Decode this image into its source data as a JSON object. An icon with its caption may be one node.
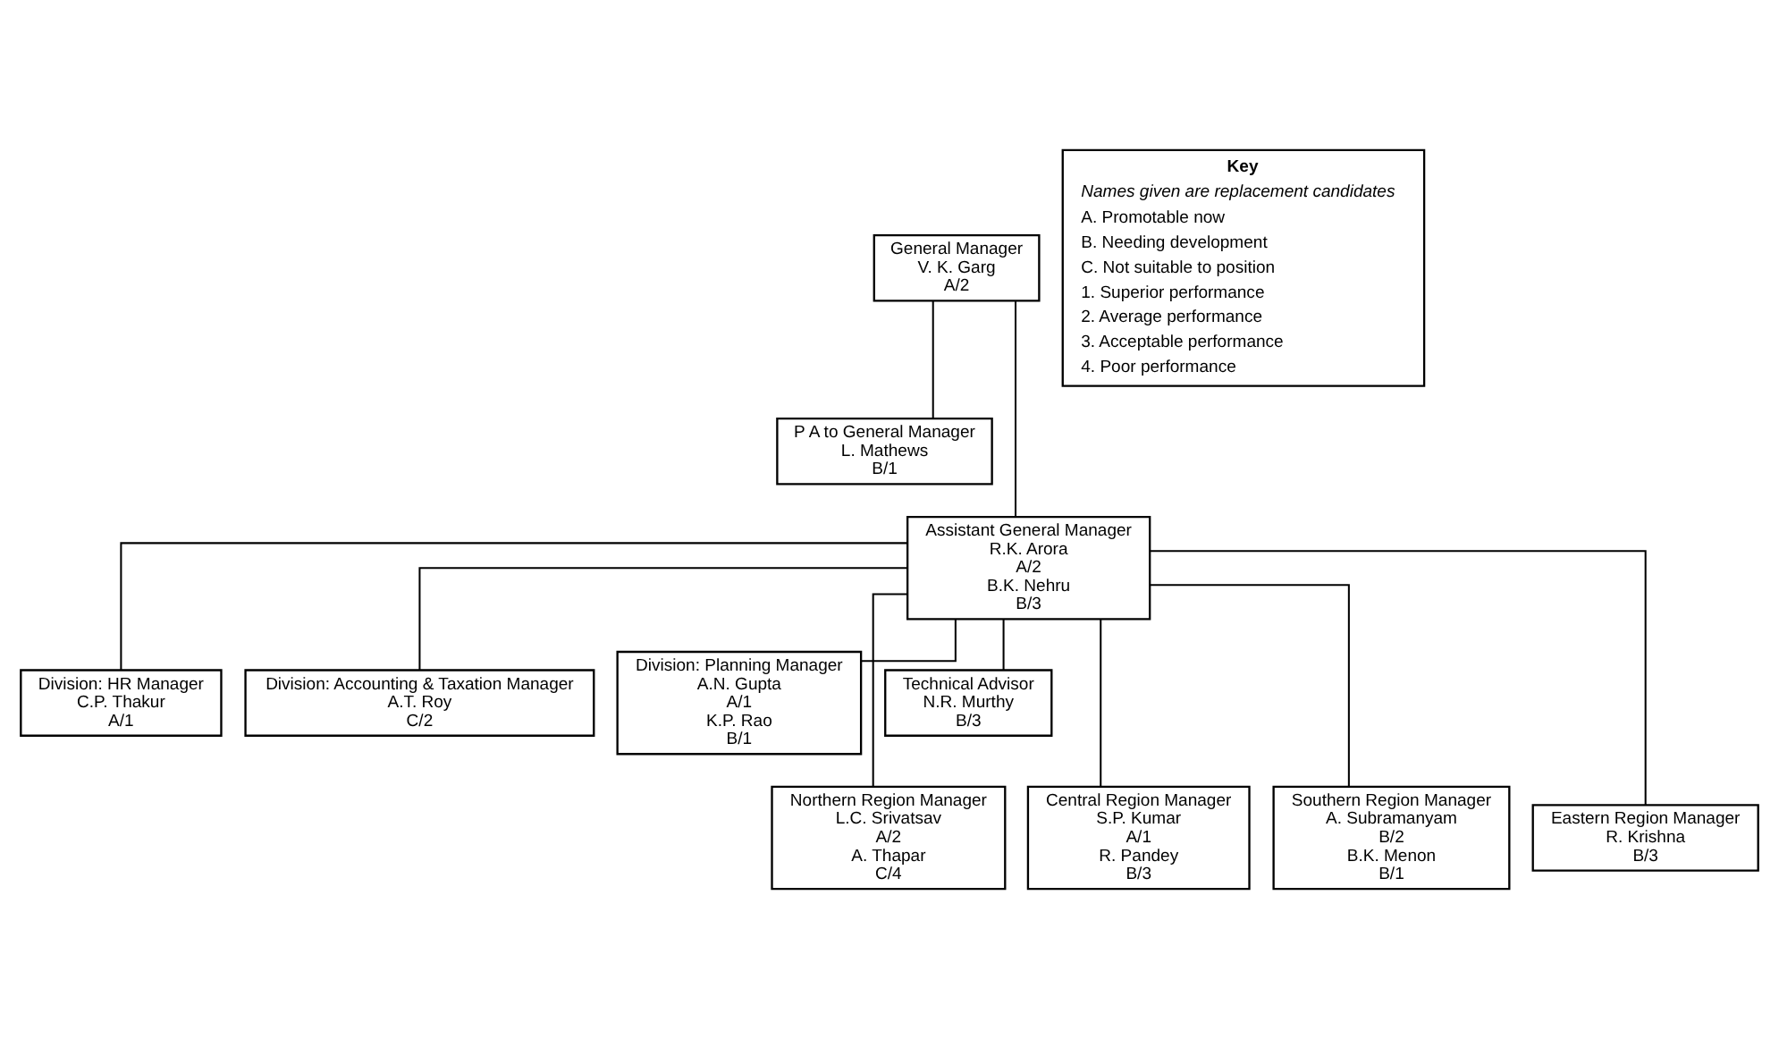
{
  "diagram": {
    "nodes": [
      {
        "text": [
          "General Manager",
          "V. K. Garg",
          "A/2"
        ]
      },
      {
        "text": [
          "P A to General Manager",
          "L. Mathews",
          "B/1"
        ]
      },
      {
        "text": [
          "Assistant General Manager",
          "R.K. Arora",
          "A/2",
          "B.K. Nehru",
          "B/3"
        ]
      },
      {
        "text": [
          "Division: HR Manager",
          "C.P. Thakur",
          "A/1"
        ]
      },
      {
        "text": [
          "Division: Accounting & Taxation Manager",
          "A.T. Roy",
          "C/2"
        ]
      },
      {
        "text": [
          "Division: Planning Manager",
          "A.N. Gupta",
          "A/1",
          "K.P. Rao",
          "B/1"
        ]
      },
      {
        "text": [
          "Technical Advisor",
          "N.R. Murthy",
          "B/3"
        ]
      },
      {
        "text": [
          "Northern Region Manager",
          "L.C. Srivatsav",
          "A/2",
          "A. Thapar",
          "C/4"
        ]
      },
      {
        "text": [
          "Central Region Manager",
          "S.P. Kumar",
          "A/1",
          "R. Pandey",
          "B/3"
        ]
      },
      {
        "text": [
          "Southern Region Manager",
          "A. Subramanyam",
          "B/2",
          "B.K. Menon",
          "B/1"
        ]
      },
      {
        "text": [
          "Eastern Region Manager",
          "R. Krishna",
          "B/3"
        ]
      },
      {
        "text": [
          "Key",
          "Names given are replacement candidates",
          "A. Promotable now",
          "B. Needing development",
          "C. Not suitable to position",
          "1. Superior performance",
          "2. Average performance",
          "3. Acceptable performance",
          "4. Poor performance"
        ]
      }
    ],
    "edges": [
      {
        "from": 0,
        "to": 1,
        "arrow": "none"
      },
      {
        "from": 0,
        "to": 2,
        "arrow": "none"
      },
      {
        "from": 2,
        "to": 3,
        "arrow": "none"
      },
      {
        "from": 2,
        "to": 4,
        "arrow": "none"
      },
      {
        "from": 2,
        "to": 5,
        "arrow": "none"
      },
      {
        "from": 2,
        "to": 6,
        "arrow": "none"
      },
      {
        "from": 2,
        "to": 7,
        "arrow": "none"
      },
      {
        "from": 2,
        "to": 8,
        "arrow": "none"
      },
      {
        "from": 2,
        "to": 9,
        "arrow": "none"
      },
      {
        "from": 2,
        "to": 10,
        "arrow": "none"
      }
    ]
  }
}
